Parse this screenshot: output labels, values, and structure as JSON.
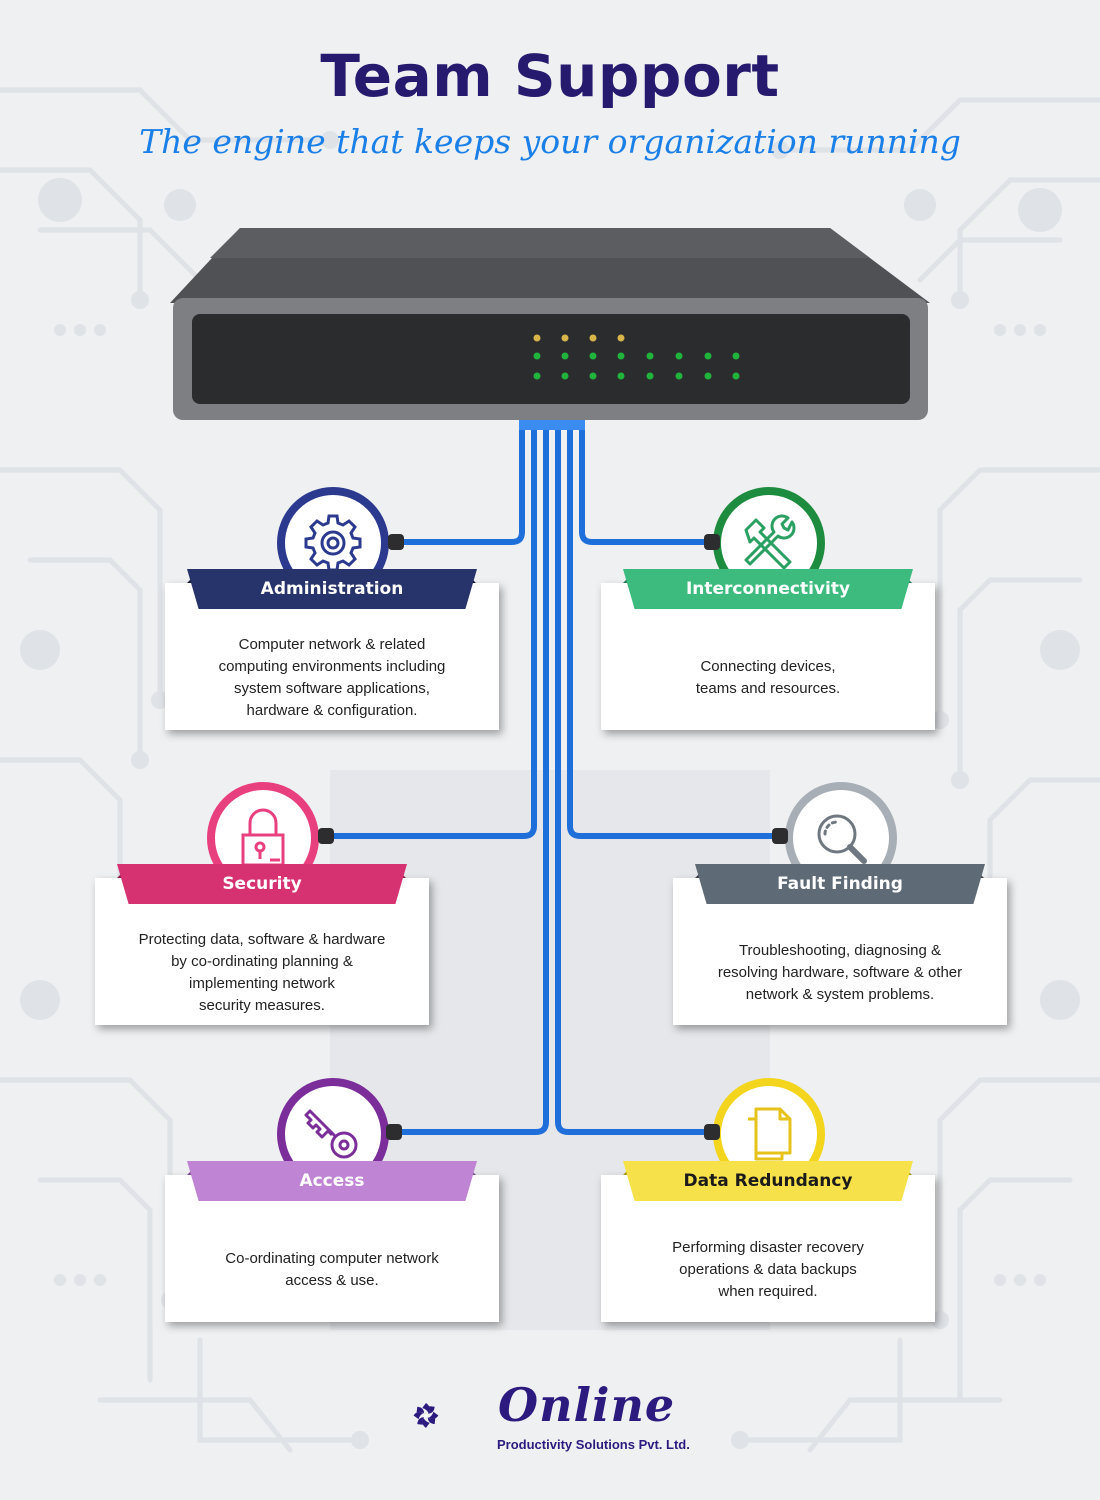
{
  "title": "Team Support",
  "subtitle": "The engine that keeps your organization running",
  "cards": [
    {
      "label": "Administration",
      "description": "Computer network & related\ncomputing environments including\nsystem software applications,\nhardware & configuration.",
      "icon": "gear-icon",
      "color": "#27336b",
      "ring": "#2b3a8f"
    },
    {
      "label": "Interconnectivity",
      "description": "Connecting devices,\nteams and resources.",
      "icon": "tools-icon",
      "color": "#3dbb7e",
      "ring": "#1e8c3f"
    },
    {
      "label": "Security",
      "description": "Protecting data, software & hardware\nby co-ordinating planning &\nimplementing network\nsecurity measures.",
      "icon": "lock-icon",
      "color": "#d63272",
      "ring": "#e8407f"
    },
    {
      "label": "Fault Finding",
      "description": "Troubleshooting, diagnosing &\nresolving hardware, software & other\nnetwork & system problems.",
      "icon": "magnifier-icon",
      "color": "#5e6b77",
      "ring": "#a7aeb5"
    },
    {
      "label": "Access",
      "description": "Co-ordinating computer network\naccess & use.",
      "icon": "key-icon",
      "color": "#bf84d3",
      "ring": "#7b2d9a"
    },
    {
      "label": "Data Redundancy",
      "description": "Performing disaster recovery\noperations & data backups\nwhen required.",
      "icon": "documents-icon",
      "color": "#f7e14a",
      "ring": "#f2d51c"
    }
  ],
  "logo": {
    "name": "Online",
    "subtitle": "Productivity Solutions Pvt. Ltd."
  }
}
